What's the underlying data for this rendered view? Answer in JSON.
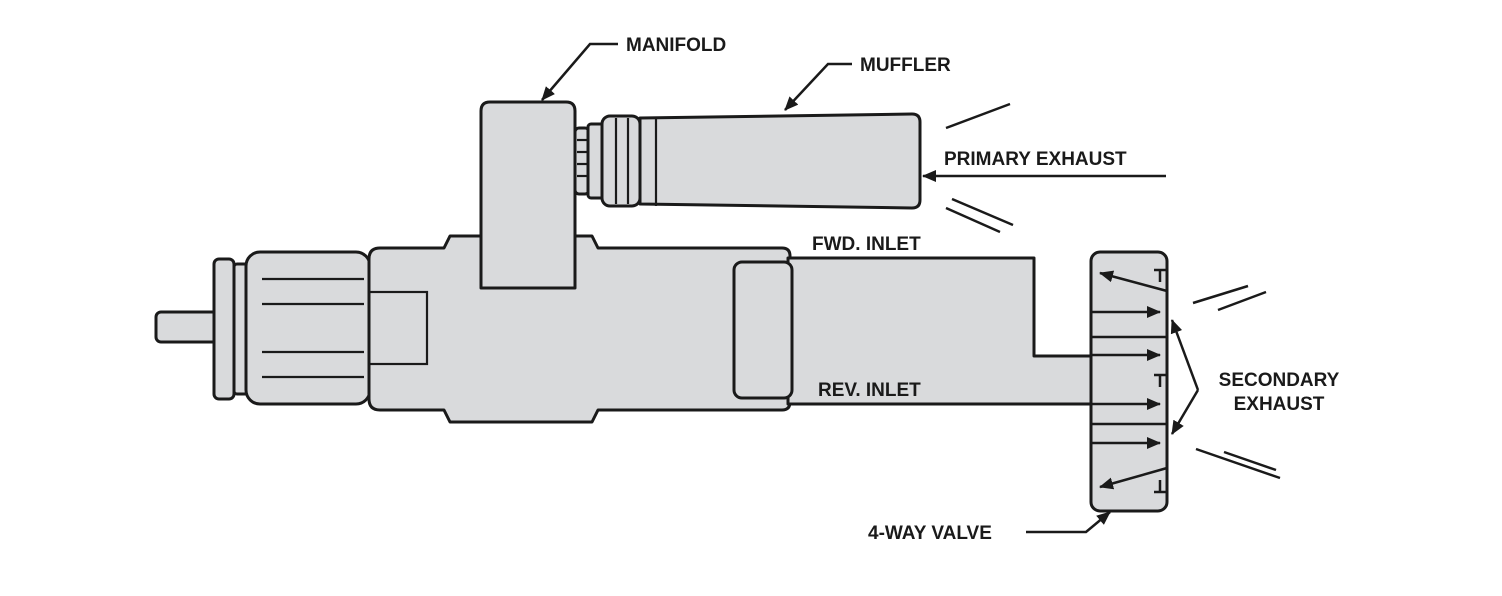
{
  "labels": {
    "manifold": "MANIFOLD",
    "muffler": "MUFFLER",
    "primary_exhaust": "PRIMARY EXHAUST",
    "fwd_inlet": "FWD. INLET",
    "rev_inlet": "REV. INLET",
    "secondary_exhaust_line1": "SECONDARY",
    "secondary_exhaust_line2": "EXHAUST",
    "four_way_valve": "4-WAY VALVE"
  },
  "colors": {
    "part_fill": "#d9dadc",
    "outline": "#1a1a1a"
  }
}
